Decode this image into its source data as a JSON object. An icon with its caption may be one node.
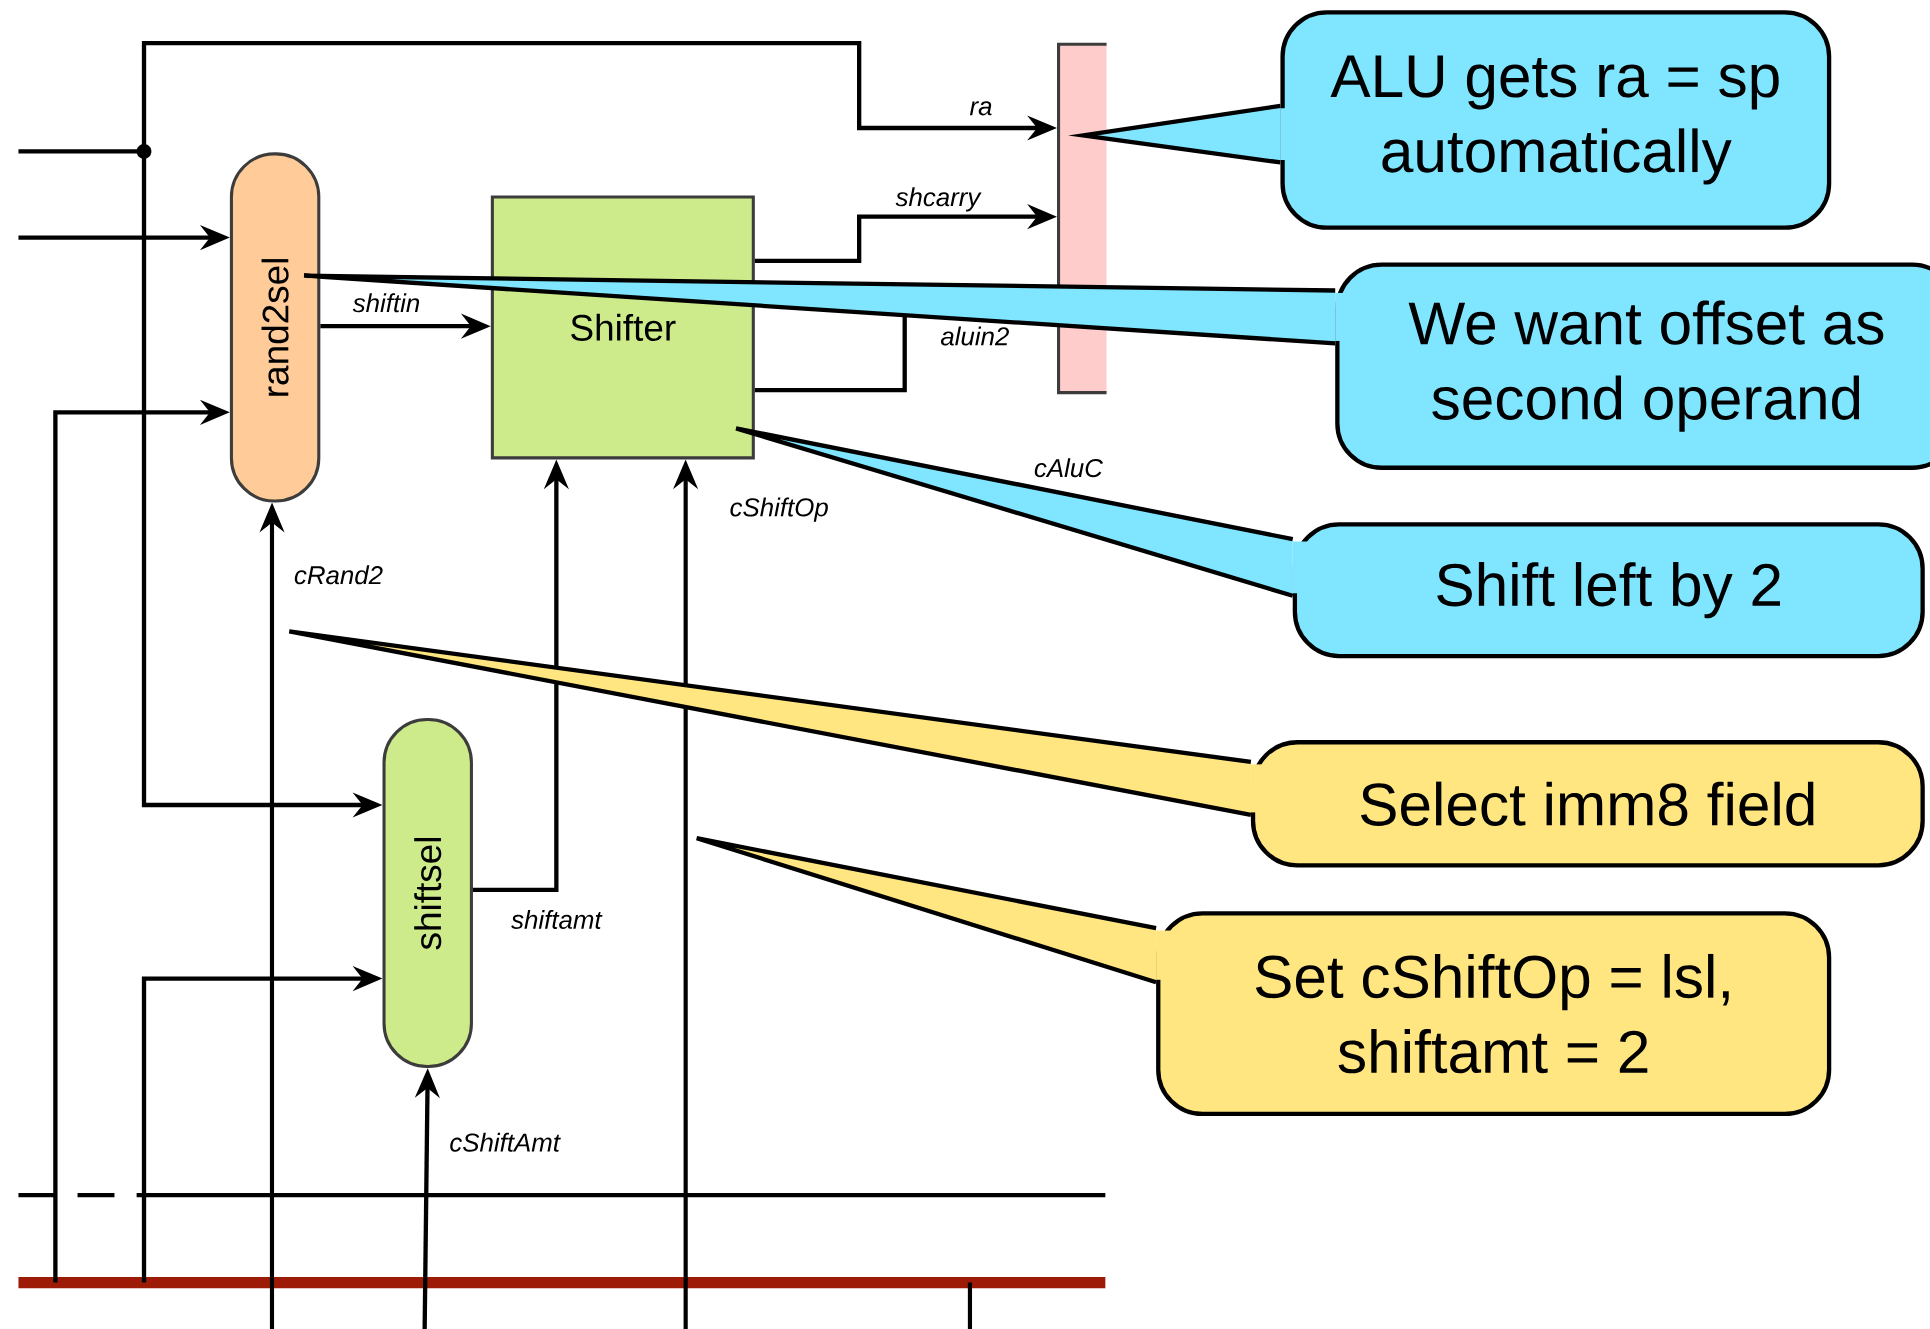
{
  "diagram": {
    "nodes": [
      {
        "text": [
          "rand2sel"
        ]
      },
      {
        "text": [
          "Shifter"
        ]
      },
      {
        "text": [],
        "shape": "bar"
      },
      {
        "text": [
          "shiftsel"
        ]
      },
      {
        "text": [
          "ALU gets ra = sp automatically"
        ]
      },
      {
        "text": [
          "We want offset as second operand"
        ]
      },
      {
        "text": [
          "Shift left by 2"
        ]
      },
      {
        "text": [
          "Select imm8 field"
        ]
      },
      {
        "text": [
          "Set cShiftOp = lsl, shiftamt = 2"
        ]
      }
    ],
    "edges": [
      {
        "from": null,
        "to": 2,
        "arrow": "to",
        "label": "ra"
      },
      {
        "from": null,
        "to": 3,
        "arrow": "to"
      },
      {
        "from": null,
        "to": 0,
        "arrow": "to"
      },
      {
        "from": null,
        "to": 0,
        "arrow": "to"
      },
      {
        "from": null,
        "to": 0,
        "arrow": "to",
        "label": "cRand2"
      },
      {
        "from": 0,
        "to": 1,
        "arrow": "to",
        "label": "shiftin"
      },
      {
        "from": 1,
        "to": 2,
        "arrow": "to",
        "label": "shcarry"
      },
      {
        "from": 1,
        "to": 2,
        "arrow": "none",
        "label": "aluin2"
      },
      {
        "from": 3,
        "to": 1,
        "arrow": "to",
        "label": "shiftamt"
      },
      {
        "from": null,
        "to": 1,
        "arrow": "to",
        "label": "cShiftOp"
      },
      {
        "from": null,
        "to": 3,
        "arrow": "to"
      },
      {
        "from": null,
        "to": 3,
        "arrow": "to",
        "label": "cShiftAmt"
      }
    ],
    "labels": [
      "cAluC"
    ]
  }
}
